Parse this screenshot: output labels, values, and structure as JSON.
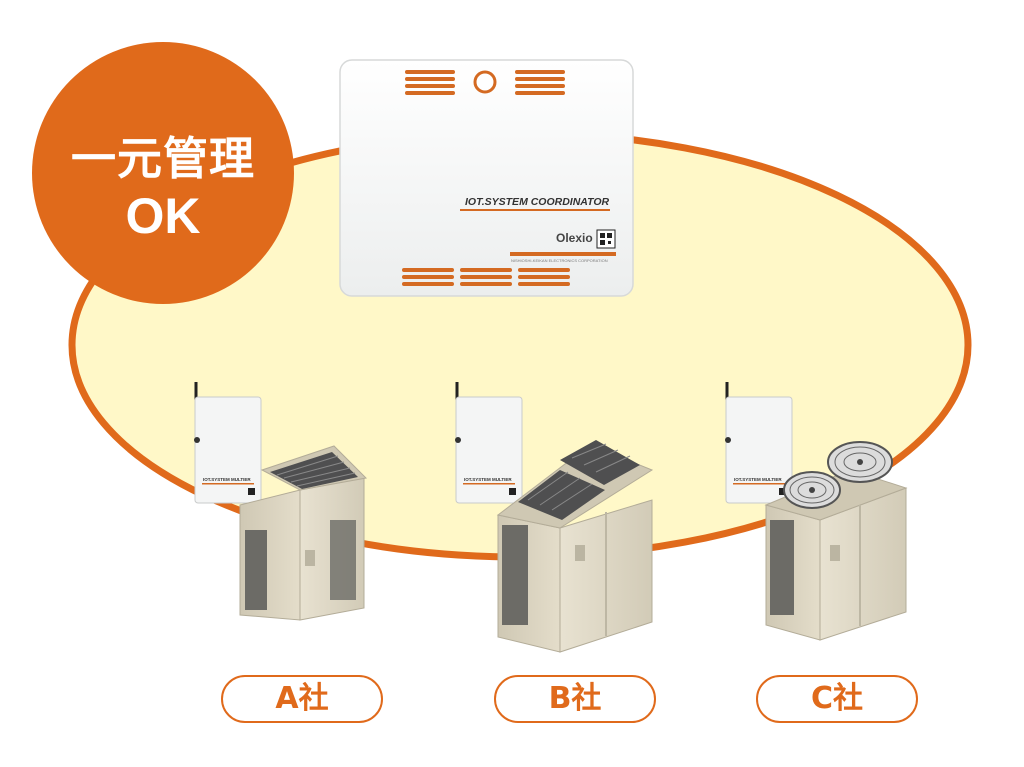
{
  "badge": {
    "line1": "一元管理",
    "line2": "OK"
  },
  "coordinator": {
    "label": "IOT.SYSTEM COORDINATOR",
    "brand": "Olexio",
    "maker": "NISHIOSHI-KEIKAN ELECTRONICS CORPORATION"
  },
  "modules": {
    "label": "IOT.SYSTEM MULTIER"
  },
  "companies": [
    {
      "label": "A社"
    },
    {
      "label": "B社"
    },
    {
      "label": "C社"
    }
  ],
  "colors": {
    "accent": "#e06a1b",
    "ellipse_fill": "#fff8c8",
    "unit_body": "#ddd6c3"
  }
}
